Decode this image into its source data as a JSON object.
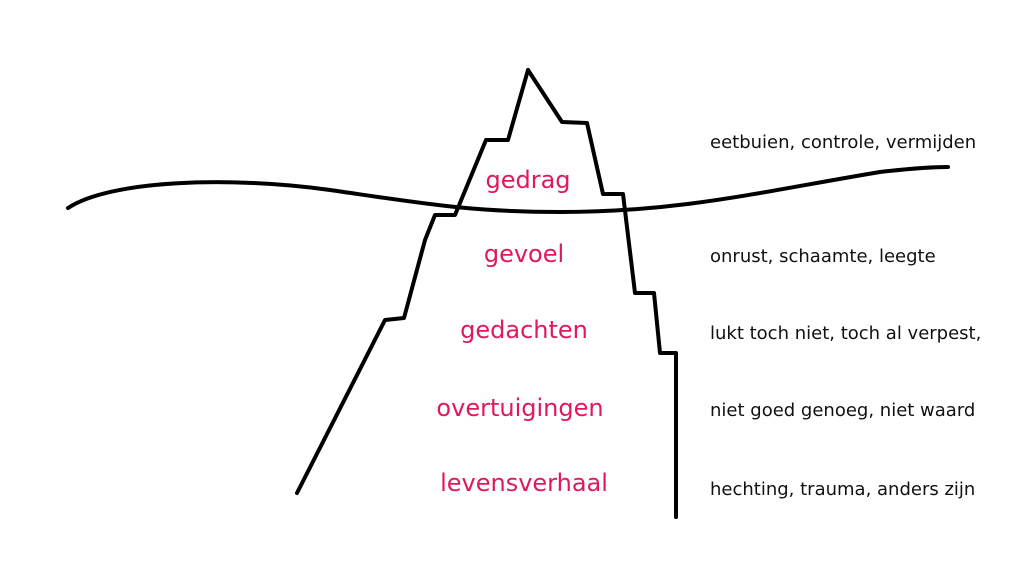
{
  "colors": {
    "layer_label": "#e0195a",
    "description": "#111111",
    "outline": "#000000",
    "background": "#ffffff"
  },
  "layers": [
    {
      "label": "gedrag",
      "description": "eetbuien, controle, vermijden"
    },
    {
      "label": "gevoel",
      "description": "onrust, schaamte, leegte"
    },
    {
      "label": "gedachten",
      "description": "lukt toch niet, toch al verpest,"
    },
    {
      "label": "overtuigingen",
      "description": "niet goed genoeg, niet waard"
    },
    {
      "label": "levensverhaal",
      "description": "hechting, trauma, anders zijn"
    }
  ]
}
